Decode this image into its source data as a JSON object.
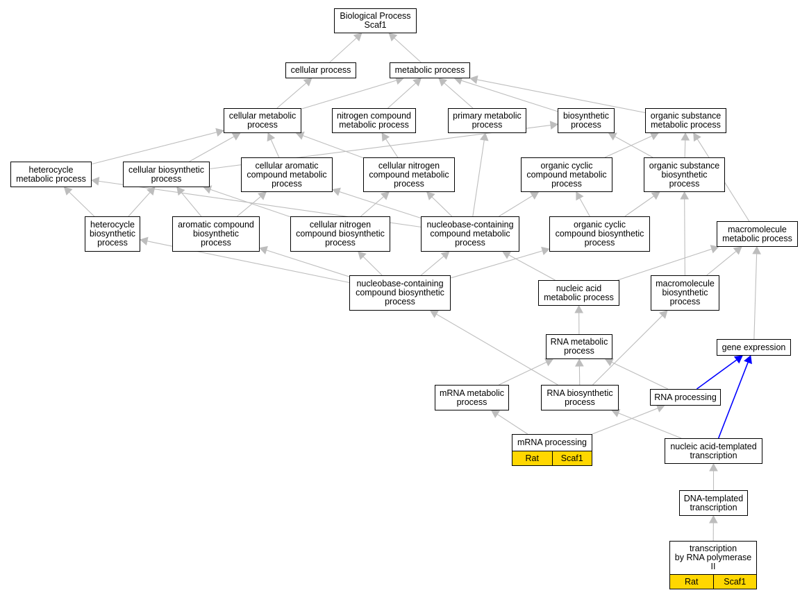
{
  "diagram_title": "Biological Process\nScaf1",
  "colors": {
    "edge_default": "#bdbdbd",
    "edge_highlight": "#0000ff",
    "annotation_fill": "#ffd700"
  },
  "nodes": {
    "root": "Biological Process\nScaf1",
    "cellular_process": "cellular process",
    "metabolic_process": "metabolic process",
    "cellular_metabolic_process": "cellular metabolic\nprocess",
    "nitrogen_compound_metabolic_process": "nitrogen compound\nmetabolic process",
    "primary_metabolic_process": "primary metabolic\nprocess",
    "biosynthetic_process": "biosynthetic\nprocess",
    "organic_substance_metabolic_process": "organic substance\nmetabolic process",
    "heterocycle_metabolic_process": "heterocycle\nmetabolic process",
    "cellular_biosynthetic_process": "cellular biosynthetic\nprocess",
    "cellular_aromatic_compound_metabolic_process": "cellular aromatic\ncompound metabolic\nprocess",
    "cellular_nitrogen_compound_metabolic_process": "cellular nitrogen\ncompound metabolic\nprocess",
    "organic_cyclic_compound_metabolic_process": "organic cyclic\ncompound metabolic\nprocess",
    "organic_substance_biosynthetic_process": "organic substance\nbiosynthetic\nprocess",
    "heterocycle_biosynthetic_process": "heterocycle\nbiosynthetic\nprocess",
    "aromatic_compound_biosynthetic_process": "aromatic compound\nbiosynthetic\nprocess",
    "cellular_nitrogen_compound_biosynthetic_process": "cellular nitrogen\ncompound biosynthetic\nprocess",
    "nucleobase_containing_compound_metabolic_process": "nucleobase-containing\ncompound metabolic\nprocess",
    "organic_cyclic_compound_biosynthetic_process": "organic cyclic\ncompound biosynthetic\nprocess",
    "macromolecule_metabolic_process": "macromolecule\nmetabolic process",
    "nucleobase_containing_compound_biosynthetic_process": "nucleobase-containing\ncompound biosynthetic\nprocess",
    "nucleic_acid_metabolic_process": "nucleic acid\nmetabolic process",
    "macromolecule_biosynthetic_process": "macromolecule\nbiosynthetic\nprocess",
    "rna_metabolic_process": "RNA metabolic\nprocess",
    "gene_expression": "gene expression",
    "mrna_metabolic_process": "mRNA metabolic\nprocess",
    "rna_biosynthetic_process": "RNA biosynthetic\nprocess",
    "rna_processing": "RNA processing",
    "mrna_processing": "mRNA processing",
    "nucleic_acid_templated_transcription": "nucleic acid-templated\ntranscription",
    "dna_templated_transcription": "DNA-templated\ntranscription",
    "transcription_by_rna_polymerase_ii": "transcription\nby RNA polymerase\nII"
  },
  "annotations": {
    "mrna_processing": {
      "species": "Rat",
      "gene": "Scaf1"
    },
    "transcription_by_rna_polymerase_ii": {
      "species": "Rat",
      "gene": "Scaf1"
    }
  },
  "edges": [
    {
      "from": "cellular_process",
      "to": "root",
      "highlight": false
    },
    {
      "from": "metabolic_process",
      "to": "root",
      "highlight": false
    },
    {
      "from": "cellular_metabolic_process",
      "to": "cellular_process",
      "highlight": false
    },
    {
      "from": "cellular_metabolic_process",
      "to": "metabolic_process",
      "highlight": false
    },
    {
      "from": "nitrogen_compound_metabolic_process",
      "to": "metabolic_process",
      "highlight": false
    },
    {
      "from": "primary_metabolic_process",
      "to": "metabolic_process",
      "highlight": false
    },
    {
      "from": "biosynthetic_process",
      "to": "metabolic_process",
      "highlight": false
    },
    {
      "from": "organic_substance_metabolic_process",
      "to": "metabolic_process",
      "highlight": false
    },
    {
      "from": "heterocycle_metabolic_process",
      "to": "cellular_metabolic_process",
      "highlight": false
    },
    {
      "from": "cellular_biosynthetic_process",
      "to": "cellular_metabolic_process",
      "highlight": false
    },
    {
      "from": "cellular_biosynthetic_process",
      "to": "biosynthetic_process",
      "highlight": false
    },
    {
      "from": "cellular_aromatic_compound_metabolic_process",
      "to": "cellular_metabolic_process",
      "highlight": false
    },
    {
      "from": "cellular_nitrogen_compound_metabolic_process",
      "to": "cellular_metabolic_process",
      "highlight": false
    },
    {
      "from": "cellular_nitrogen_compound_metabolic_process",
      "to": "nitrogen_compound_metabolic_process",
      "highlight": false
    },
    {
      "from": "organic_cyclic_compound_metabolic_process",
      "to": "organic_substance_metabolic_process",
      "highlight": false
    },
    {
      "from": "organic_substance_biosynthetic_process",
      "to": "organic_substance_metabolic_process",
      "highlight": false
    },
    {
      "from": "organic_substance_biosynthetic_process",
      "to": "biosynthetic_process",
      "highlight": false
    },
    {
      "from": "heterocycle_biosynthetic_process",
      "to": "heterocycle_metabolic_process",
      "highlight": false
    },
    {
      "from": "heterocycle_biosynthetic_process",
      "to": "cellular_biosynthetic_process",
      "highlight": false
    },
    {
      "from": "aromatic_compound_biosynthetic_process",
      "to": "cellular_aromatic_compound_metabolic_process",
      "highlight": false
    },
    {
      "from": "aromatic_compound_biosynthetic_process",
      "to": "cellular_biosynthetic_process",
      "highlight": false
    },
    {
      "from": "cellular_nitrogen_compound_biosynthetic_process",
      "to": "cellular_nitrogen_compound_metabolic_process",
      "highlight": false
    },
    {
      "from": "cellular_nitrogen_compound_biosynthetic_process",
      "to": "cellular_biosynthetic_process",
      "highlight": false
    },
    {
      "from": "nucleobase_containing_compound_metabolic_process",
      "to": "heterocycle_metabolic_process",
      "highlight": false
    },
    {
      "from": "nucleobase_containing_compound_metabolic_process",
      "to": "cellular_aromatic_compound_metabolic_process",
      "highlight": false
    },
    {
      "from": "nucleobase_containing_compound_metabolic_process",
      "to": "cellular_nitrogen_compound_metabolic_process",
      "highlight": false
    },
    {
      "from": "nucleobase_containing_compound_metabolic_process",
      "to": "organic_cyclic_compound_metabolic_process",
      "highlight": false
    },
    {
      "from": "nucleobase_containing_compound_metabolic_process",
      "to": "primary_metabolic_process",
      "highlight": false
    },
    {
      "from": "organic_cyclic_compound_biosynthetic_process",
      "to": "organic_cyclic_compound_metabolic_process",
      "highlight": false
    },
    {
      "from": "organic_cyclic_compound_biosynthetic_process",
      "to": "organic_substance_biosynthetic_process",
      "highlight": false
    },
    {
      "from": "macromolecule_metabolic_process",
      "to": "organic_substance_metabolic_process",
      "highlight": false
    },
    {
      "from": "nucleobase_containing_compound_biosynthetic_process",
      "to": "heterocycle_biosynthetic_process",
      "highlight": false
    },
    {
      "from": "nucleobase_containing_compound_biosynthetic_process",
      "to": "aromatic_compound_biosynthetic_process",
      "highlight": false
    },
    {
      "from": "nucleobase_containing_compound_biosynthetic_process",
      "to": "cellular_nitrogen_compound_biosynthetic_process",
      "highlight": false
    },
    {
      "from": "nucleobase_containing_compound_biosynthetic_process",
      "to": "nucleobase_containing_compound_metabolic_process",
      "highlight": false
    },
    {
      "from": "nucleobase_containing_compound_biosynthetic_process",
      "to": "organic_cyclic_compound_biosynthetic_process",
      "highlight": false
    },
    {
      "from": "nucleic_acid_metabolic_process",
      "to": "nucleobase_containing_compound_metabolic_process",
      "highlight": false
    },
    {
      "from": "nucleic_acid_metabolic_process",
      "to": "macromolecule_metabolic_process",
      "highlight": false
    },
    {
      "from": "macromolecule_biosynthetic_process",
      "to": "macromolecule_metabolic_process",
      "highlight": false
    },
    {
      "from": "macromolecule_biosynthetic_process",
      "to": "organic_substance_biosynthetic_process",
      "highlight": false
    },
    {
      "from": "rna_metabolic_process",
      "to": "nucleic_acid_metabolic_process",
      "highlight": false
    },
    {
      "from": "gene_expression",
      "to": "macromolecule_metabolic_process",
      "highlight": false
    },
    {
      "from": "mrna_metabolic_process",
      "to": "rna_metabolic_process",
      "highlight": false
    },
    {
      "from": "rna_biosynthetic_process",
      "to": "rna_metabolic_process",
      "highlight": false
    },
    {
      "from": "rna_biosynthetic_process",
      "to": "nucleobase_containing_compound_biosynthetic_process",
      "highlight": false
    },
    {
      "from": "rna_biosynthetic_process",
      "to": "macromolecule_biosynthetic_process",
      "highlight": false
    },
    {
      "from": "rna_processing",
      "to": "rna_metabolic_process",
      "highlight": false
    },
    {
      "from": "rna_processing",
      "to": "gene_expression",
      "highlight": true
    },
    {
      "from": "mrna_processing",
      "to": "mrna_metabolic_process",
      "highlight": false
    },
    {
      "from": "mrna_processing",
      "to": "rna_processing",
      "highlight": false
    },
    {
      "from": "nucleic_acid_templated_transcription",
      "to": "rna_biosynthetic_process",
      "highlight": false
    },
    {
      "from": "nucleic_acid_templated_transcription",
      "to": "gene_expression",
      "highlight": true
    },
    {
      "from": "dna_templated_transcription",
      "to": "nucleic_acid_templated_transcription",
      "highlight": false
    },
    {
      "from": "transcription_by_rna_polymerase_ii",
      "to": "dna_templated_transcription",
      "highlight": false
    }
  ]
}
